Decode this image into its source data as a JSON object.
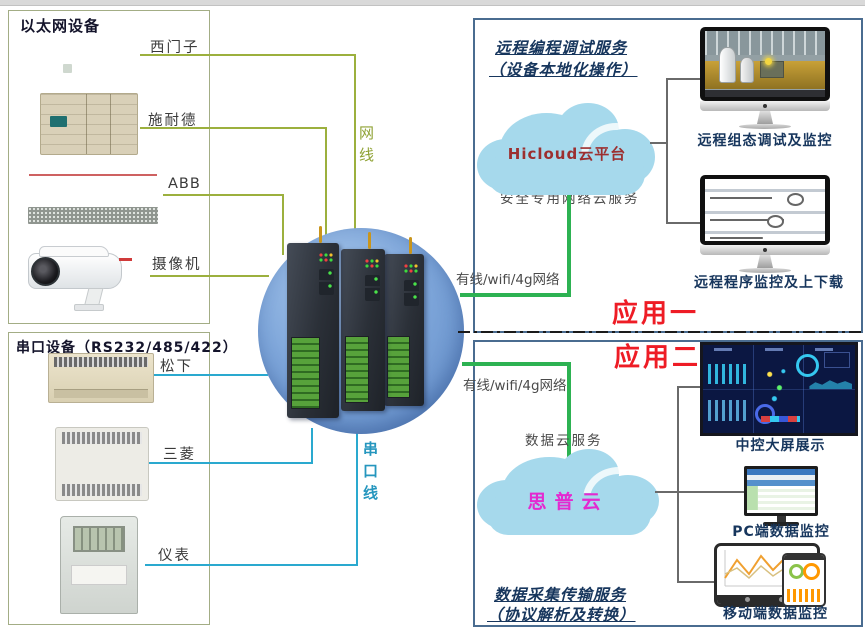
{
  "left": {
    "eth": {
      "title": "以太网设备",
      "devices": [
        {
          "label": "西门子"
        },
        {
          "label": "施耐德"
        },
        {
          "label": "ABB"
        },
        {
          "label": "摄像机"
        }
      ]
    },
    "serial": {
      "title": "串口设备（RS232/485/422）",
      "devices": [
        {
          "label": "松下"
        },
        {
          "label": "三菱"
        },
        {
          "label": "仪表"
        }
      ]
    }
  },
  "center": {
    "net_cable_label": "网线",
    "serial_cable_label": "串口线"
  },
  "app1": {
    "service_title_line1": "远程编程调试服务",
    "service_title_line2": "（设备本地化操作）",
    "cloud_label": "Hicloud云平台",
    "cloud_service": "安全专用网络云服务",
    "network_label": "有线/wifi/4g网络",
    "badge": "应用一",
    "monitor1_caption": "远程组态调试及监控",
    "monitor2_caption": "远程程序监控及上下载"
  },
  "app2": {
    "badge": "应用二",
    "network_label": "有线/wifi/4g网络",
    "cloud_service": "数据云服务",
    "cloud_label": "思普云",
    "bigscreen_caption": "中控大屏展示",
    "pc_caption": "PC端数据监控",
    "mobile_caption": "移动端数据监控",
    "service_title_line1": "数据采集传输服务",
    "service_title_line2": "（协议解析及转换）"
  },
  "colors": {
    "ethernet_line": "#9cb03e",
    "serial_line": "#2aa9cf",
    "wan_line": "#2db252",
    "cloud_fill": "#a6d9ec",
    "hicloud_text": "#9c2f2f",
    "sipu_cloud_text": "#e32ad0",
    "app_badge_red": "#ee1c25",
    "caption_navy": "#17365d"
  }
}
